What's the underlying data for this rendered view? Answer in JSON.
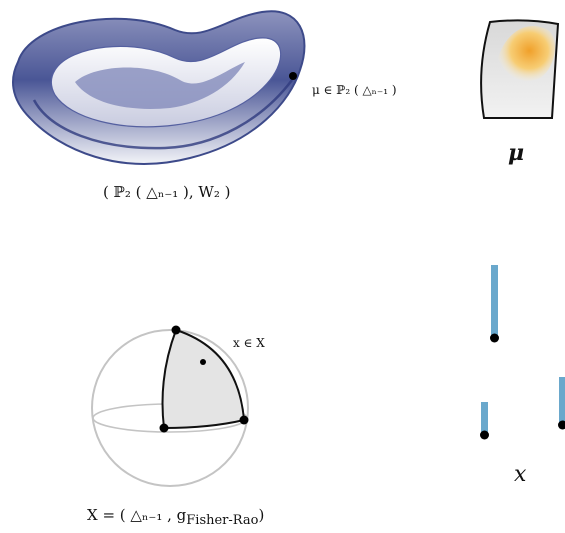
{
  "labels": {
    "mu_point": "μ ∈ ℙ₂ ( △ₙ₋₁ )",
    "space_wasserstein": "( ℙ₂ ( △ₙ₋₁ ), W₂ )",
    "mu_symbol": "μ",
    "x_point": "x ∈ X",
    "space_fisher_rao": "X = ( △ₙ₋₁ , g",
    "fisher_rao_subscript": "Fisher-Rao",
    "space_fisher_rao_close": ")",
    "x_symbol": "x"
  },
  "colors": {
    "surface_dark": "#3d4a8a",
    "surface_light": "#e8eaf2",
    "density_orange": "#f2a93b",
    "bar_blue": "#6aa8cc",
    "simplex_fill": "#e6e6e6"
  }
}
